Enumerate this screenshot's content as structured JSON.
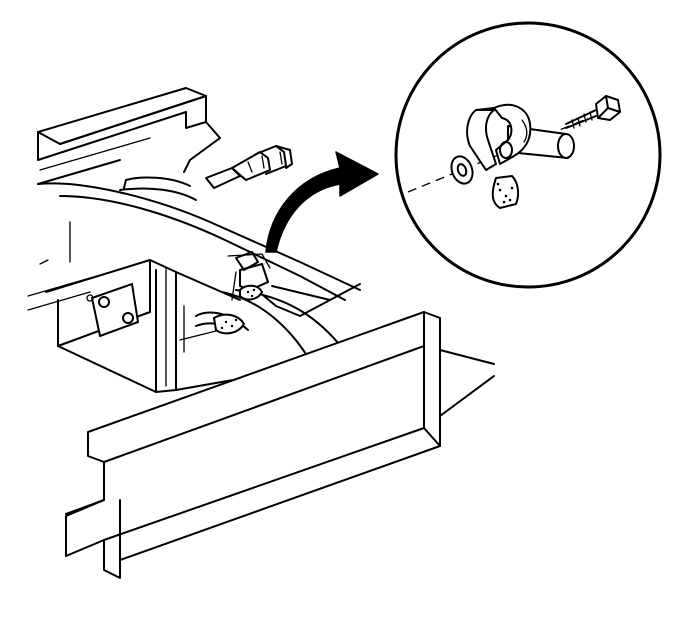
{
  "figure": {
    "kind": "technical line illustration",
    "colors": {
      "ink": "#000000",
      "paper": "#ffffff"
    },
    "parts": [
      "vehicle-frame",
      "rear-crossmember",
      "side-rail",
      "mounting-bracket",
      "wiring-connectors",
      "wire-harness",
      "harness-clip-location",
      "callout-arrow",
      "detail-magnifier",
      "detail-clip",
      "detail-screw",
      "detail-washer",
      "detail-harness",
      "detail-centerline"
    ]
  }
}
